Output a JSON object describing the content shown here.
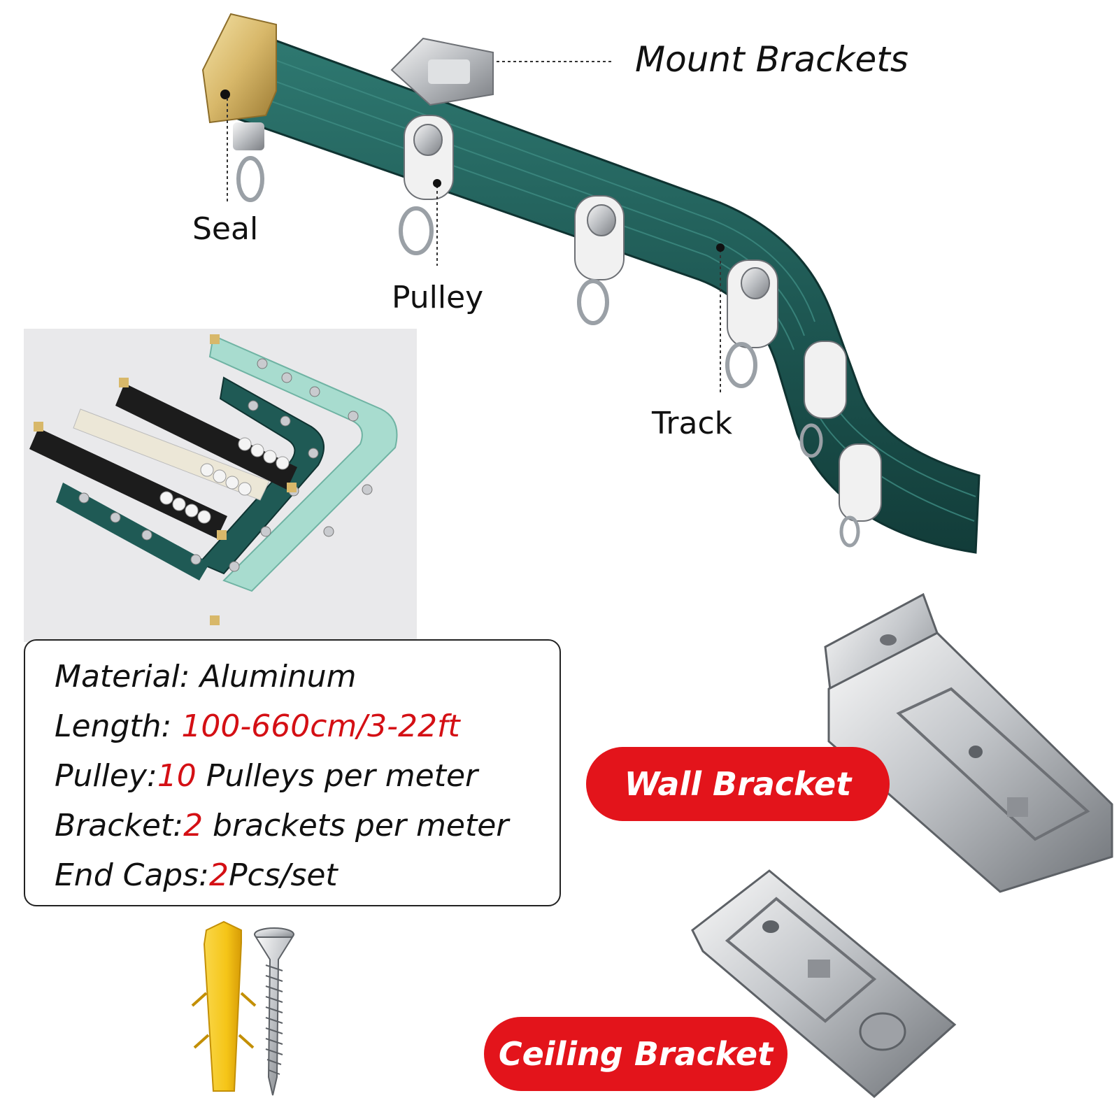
{
  "callouts": {
    "mount_brackets": "Mount Brackets",
    "seal": "Seal",
    "pulley": "Pulley",
    "track": "Track"
  },
  "specs": {
    "material_label": "Material: ",
    "material_value": "Aluminum",
    "length_label": "Length: ",
    "length_value": "100-660cm/3-22ft",
    "pulley_label": "Pulley:",
    "pulley_value": "10",
    "pulley_suffix": " Pulleys per meter",
    "bracket_label": "Bracket:",
    "bracket_value": "2",
    "bracket_suffix": " brackets per meter",
    "endcaps_label": "End Caps:",
    "endcaps_value": "2",
    "endcaps_suffix": "Pcs/set"
  },
  "badges": {
    "wall_bracket": "Wall Bracket",
    "ceiling_bracket": "Ceiling Bracket"
  },
  "colors": {
    "track_green": "#1f5a55",
    "track_black": "#1c1c1c",
    "track_mint": "#a8dccf",
    "gold": "#d8b86a",
    "accent_red": "#e3141b",
    "spec_red": "#d40f14",
    "anchor_yellow": "#f5c518"
  },
  "icons": [
    "track-illustration",
    "track-samples-photo",
    "wall-bracket-illustration",
    "ceiling-bracket-illustration",
    "anchor-icon",
    "screw-icon"
  ]
}
